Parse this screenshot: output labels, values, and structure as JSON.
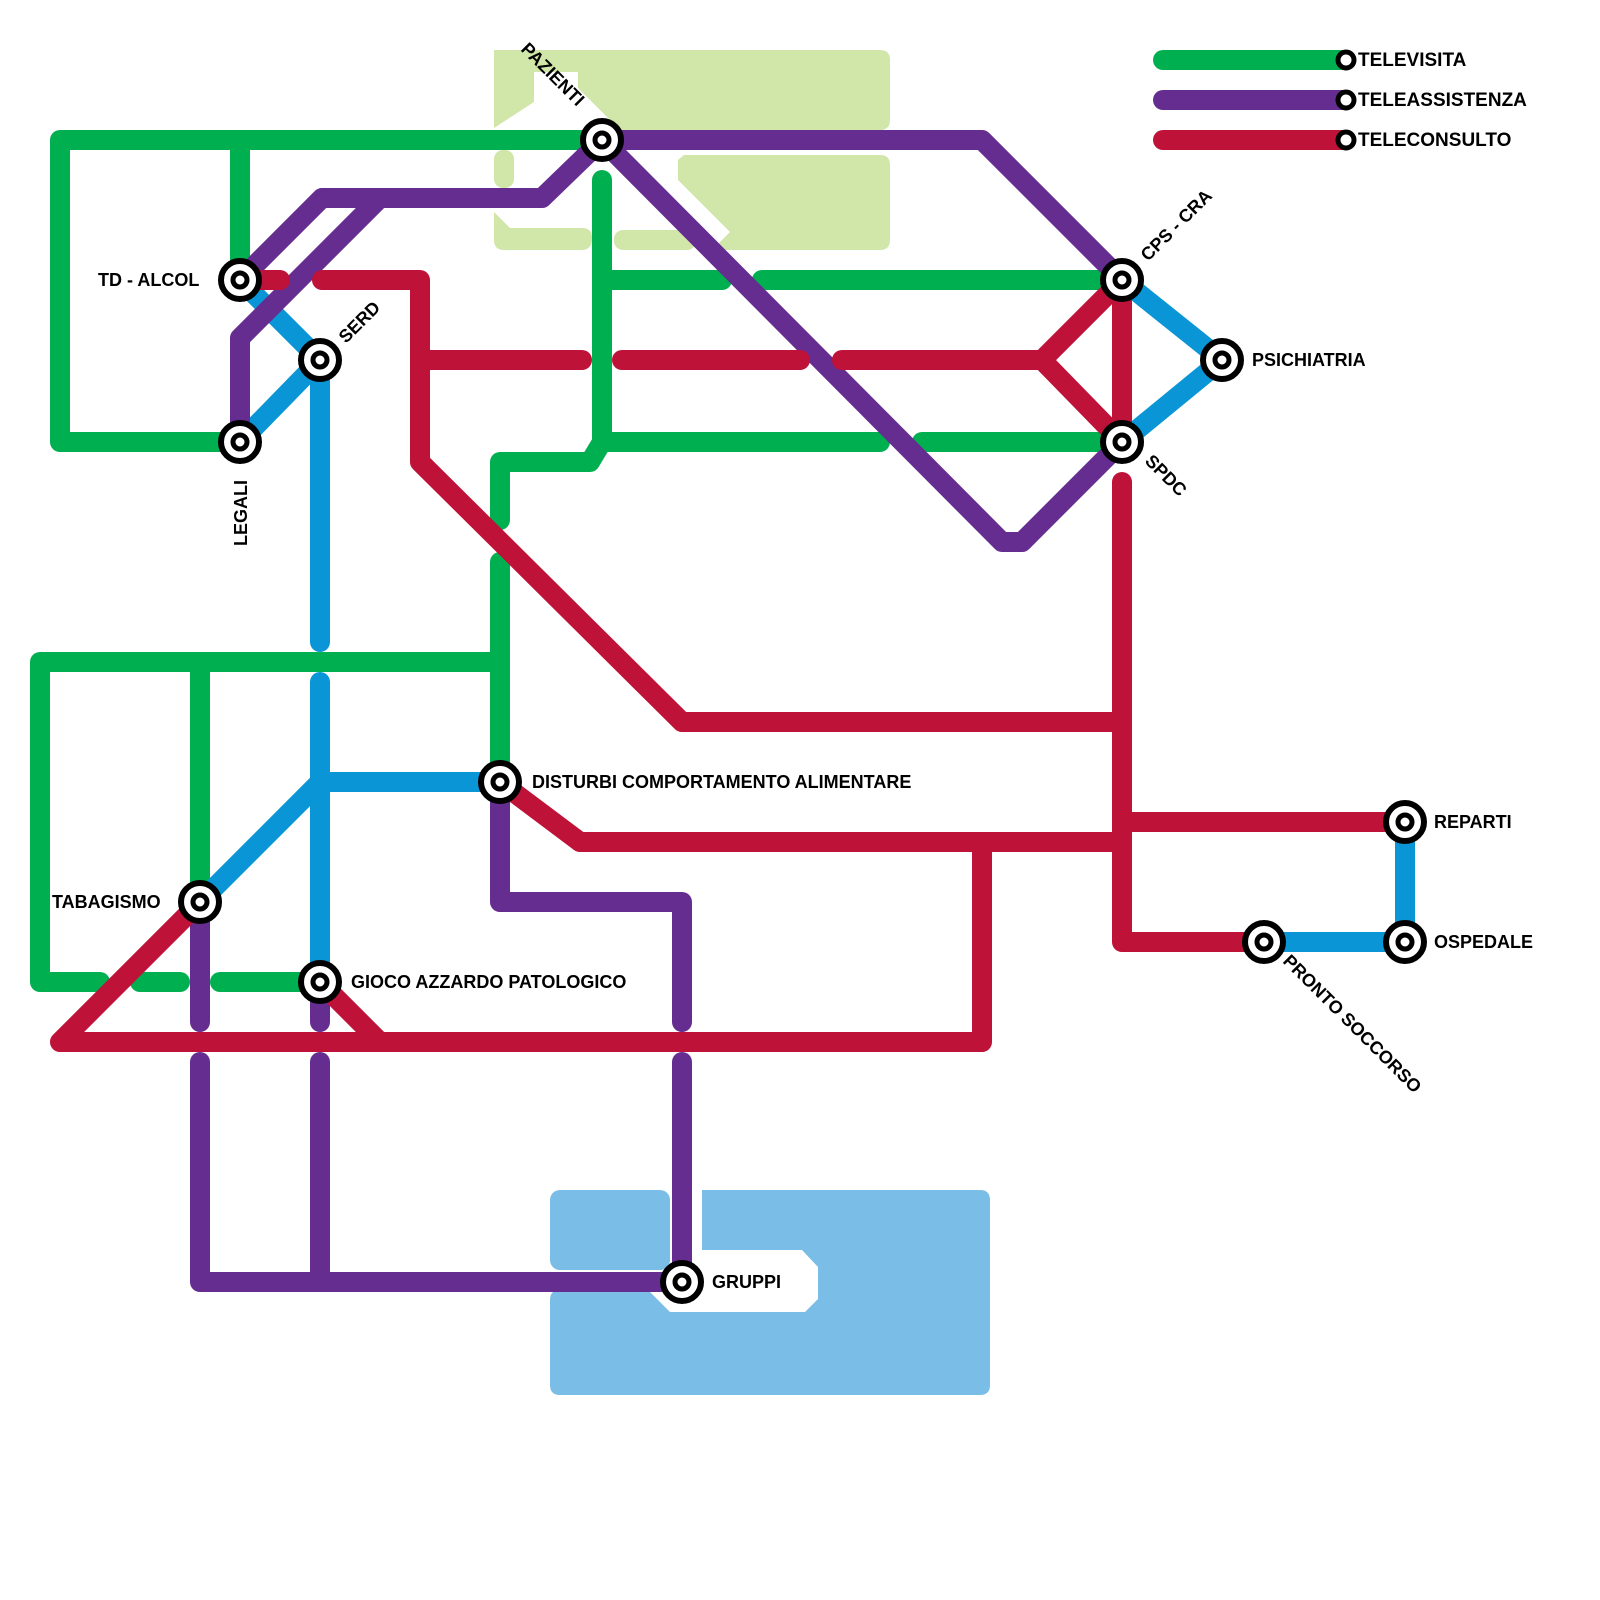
{
  "colors": {
    "televisita": "#00b050",
    "teleassistenza": "#662d91",
    "teleconsulto": "#be1238",
    "blue_link": "#0a96d6",
    "area_green": "#d1e6a9",
    "area_blue": "#7abde6"
  },
  "legend": [
    {
      "key": "televisita",
      "label": "TELEVISITA"
    },
    {
      "key": "teleassistenza",
      "label": "TELEASSISTENZA"
    },
    {
      "key": "teleconsulto",
      "label": "TELECONSULTO"
    }
  ],
  "stations": {
    "pazienti": "PAZIENTI",
    "td_alcol": "TD - ALCOL",
    "serd": "SERD",
    "legali": "LEGALI",
    "cps_cra": "CPS - CRA",
    "psichiatria": "PSICHIATRIA",
    "spdc": "SPDC",
    "dca": "DISTURBI COMPORTAMENTO ALIMENTARE",
    "tabagismo": "TABAGISMO",
    "gioco": "GIOCO AZZARDO PATOLOGICO",
    "reparti": "REPARTI",
    "ospedale": "OSPEDALE",
    "pronto_soccorso": "PRONTO SOCCORSO",
    "gruppi": "GRUPPI"
  }
}
